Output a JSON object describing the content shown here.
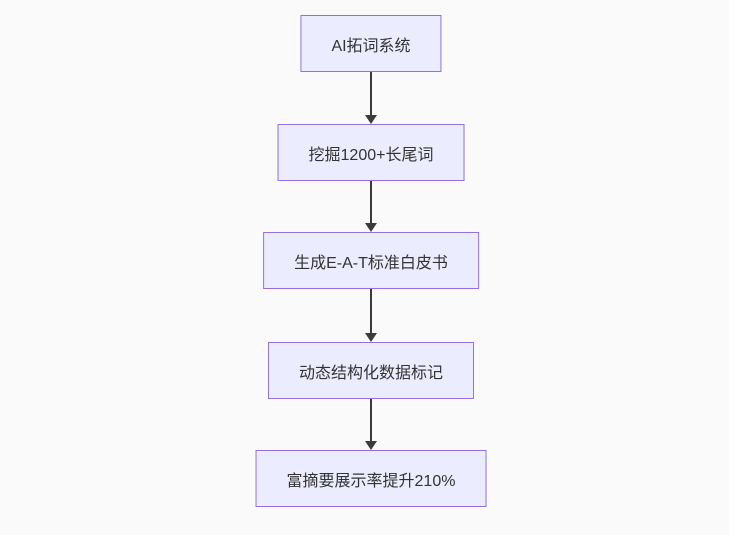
{
  "diagram": {
    "type": "flowchart",
    "direction": "top-down",
    "colors": {
      "background": "#fafafa",
      "node_fill": "#ECECFF",
      "node_border": "#9370DB",
      "edge": "#3b3b3b",
      "text": "#333333"
    },
    "nodes": [
      {
        "label": "AI拓词系统"
      },
      {
        "label": "挖掘1200+长尾词"
      },
      {
        "label": "生成E-A-T标准白皮书"
      },
      {
        "label": "动态结构化数据标记"
      },
      {
        "label": "富摘要展示率提升210%"
      }
    ],
    "edges": [
      {
        "from": 0,
        "to": 1
      },
      {
        "from": 1,
        "to": 2
      },
      {
        "from": 2,
        "to": 3
      },
      {
        "from": 3,
        "to": 4
      }
    ]
  }
}
